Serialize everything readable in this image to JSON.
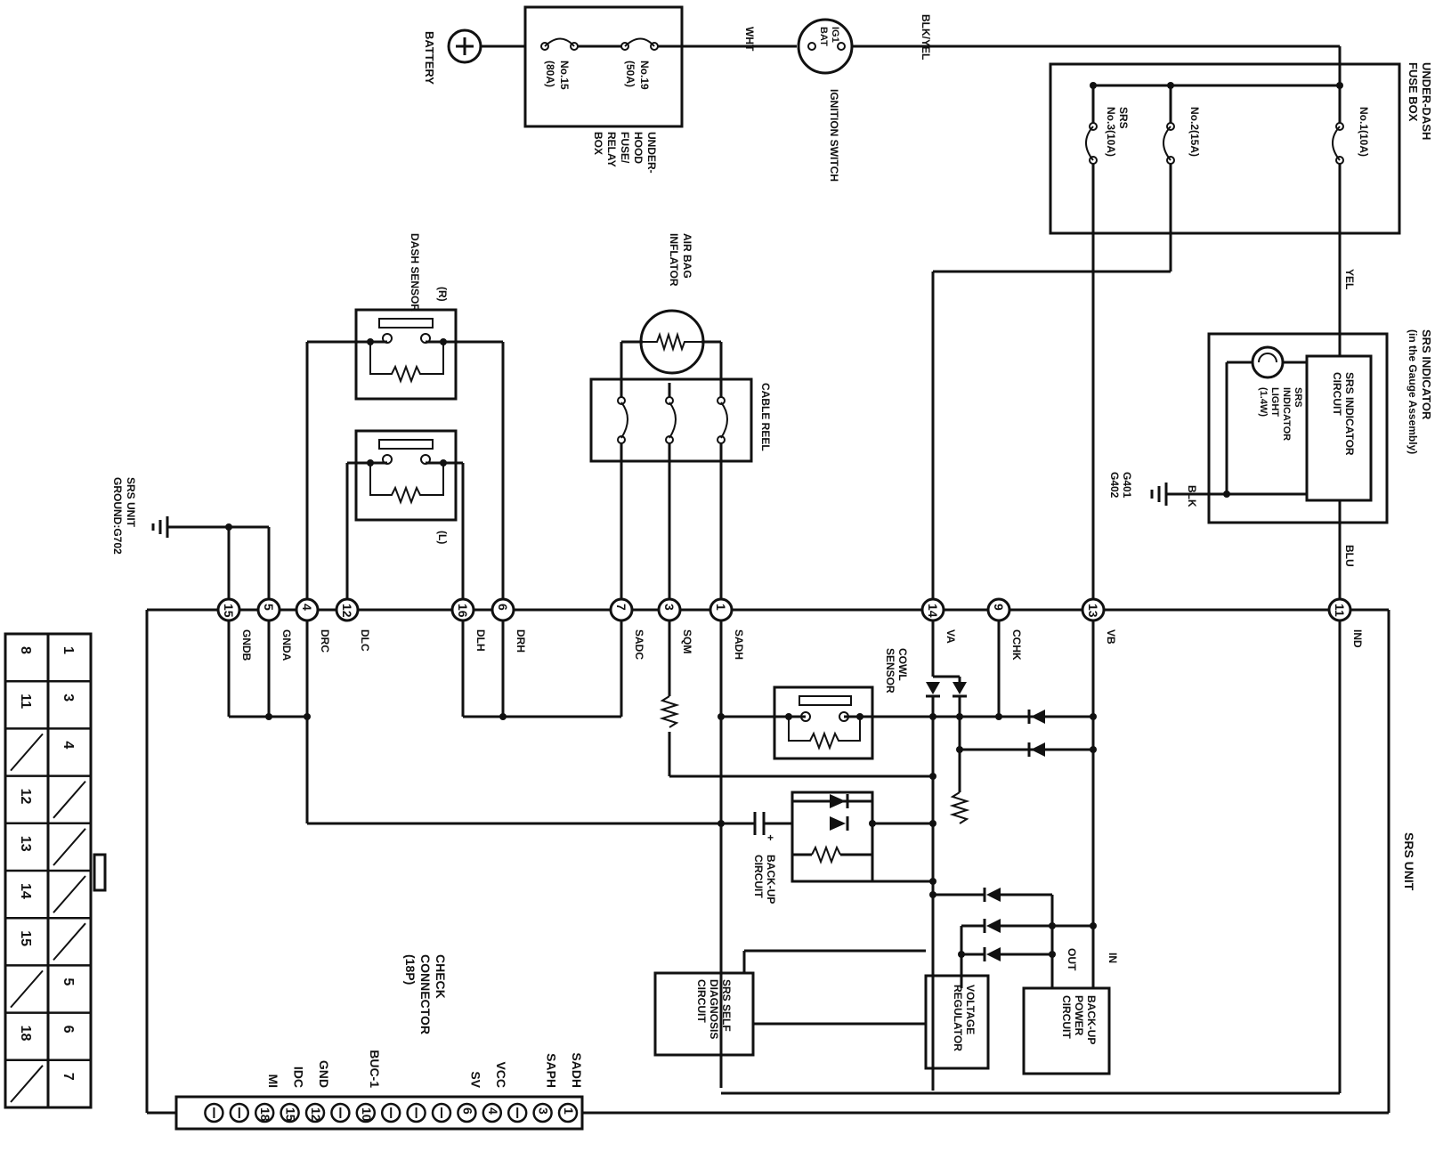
{
  "labels": {
    "battery": "BATTERY",
    "fuse19": "No.19",
    "fuse19_rating": "(50A)",
    "fuse15": "No.15",
    "fuse15_rating": "(80A)",
    "underhood_box": "UNDER-",
    "underhood_box2": "HOOD",
    "underhood_box3": "FUSE/",
    "underhood_box4": "RELAY",
    "underhood_box5": "BOX",
    "wht": "WHT",
    "ig1": "IG1",
    "bat": "BAT",
    "ignition_switch": "IGNITION SWITCH",
    "blk_yel": "BLK/YEL",
    "underdash_box": "UNDER-DASH",
    "underdash_box2": "FUSE BOX",
    "fuse1": "No.1(10A)",
    "fuse2": "No.2(15A)",
    "fuse_srs": "SRS",
    "fuse3": "No.3(10A)",
    "yel": "YEL",
    "srs_indicator_title": "SRS INDICATOR",
    "srs_indicator_title2": "(in the Gauge Assembly)",
    "srs_indicator_circuit": "SRS INDICATOR",
    "srs_indicator_circuit2": "CIRCUIT",
    "indicator_light1": "SRS",
    "indicator_light2": "INDICATOR",
    "indicator_light3": "LIGHT",
    "indicator_light4": "(1.4W)",
    "blk": "BLK",
    "g401": "G401",
    "g402": "G402",
    "blu": "BLU",
    "dash_sensor": "DASH SENSOR",
    "dash_r": "(R)",
    "dash_l": "(L)",
    "airbag_inflator": "AIR BAG",
    "airbag_inflator2": "INFLATOR",
    "cable_reel": "CABLE REEL",
    "srs_unit_ground": "SRS UNIT",
    "srs_unit_ground2": "GROUND:G702",
    "cowl_sensor": "COWL",
    "cowl_sensor2": "SENSOR",
    "backup_circuit": "BACK-UP",
    "backup_circuit2": "CIRCUIT",
    "srs_unit": "SRS UNIT",
    "self_diag": "SRS SELF",
    "self_diag2": "DIAGNOSIS",
    "self_diag3": "CIRCUIT",
    "voltage_reg": "VOLTAGE",
    "voltage_reg2": "REGULATOR",
    "backup_power": "BACK-UP",
    "backup_power2": "POWER",
    "backup_power3": "CIRCUIT",
    "in": "IN",
    "out": "OUT",
    "check_connector": "CHECK",
    "check_connector2": "CONNECTOR",
    "check_connector3": "(18P)"
  },
  "unit_pins": [
    {
      "num": "15",
      "name": "GNDB"
    },
    {
      "num": "5",
      "name": "GNDA"
    },
    {
      "num": "4",
      "name": "DRC"
    },
    {
      "num": "12",
      "name": "DLC"
    },
    {
      "num": "16",
      "name": "DLH"
    },
    {
      "num": "6",
      "name": "DRH"
    },
    {
      "num": "7",
      "name": "SADC"
    },
    {
      "num": "3",
      "name": "SQM"
    },
    {
      "num": "1",
      "name": "SADH"
    },
    {
      "num": "14",
      "name": "VA"
    },
    {
      "num": "9",
      "name": "CCHK"
    },
    {
      "num": "13",
      "name": "VB"
    },
    {
      "num": "11",
      "name": "IND"
    }
  ],
  "check_pins": [
    {
      "num": "1",
      "name": "SADH"
    },
    {
      "num": "3",
      "name": "SAPH"
    },
    {
      "num": "",
      "name": ""
    },
    {
      "num": "4",
      "name": "VCC"
    },
    {
      "num": "6",
      "name": "SV"
    },
    {
      "num": "",
      "name": ""
    },
    {
      "num": "",
      "name": ""
    },
    {
      "num": "",
      "name": ""
    },
    {
      "num": "10",
      "name": "BUC-1"
    },
    {
      "num": "",
      "name": ""
    },
    {
      "num": "12",
      "name": "GND"
    },
    {
      "num": "15",
      "name": "IDC"
    },
    {
      "num": "18",
      "name": "MI"
    },
    {
      "num": "",
      "name": ""
    },
    {
      "num": "",
      "name": ""
    }
  ],
  "connector_face": {
    "left_col": [
      "8",
      "11",
      "",
      "12",
      "13",
      "14",
      "15",
      "",
      "18",
      ""
    ],
    "right_col": [
      "1",
      "3",
      "4",
      "",
      "",
      "",
      "",
      "5",
      "6",
      "7"
    ]
  }
}
